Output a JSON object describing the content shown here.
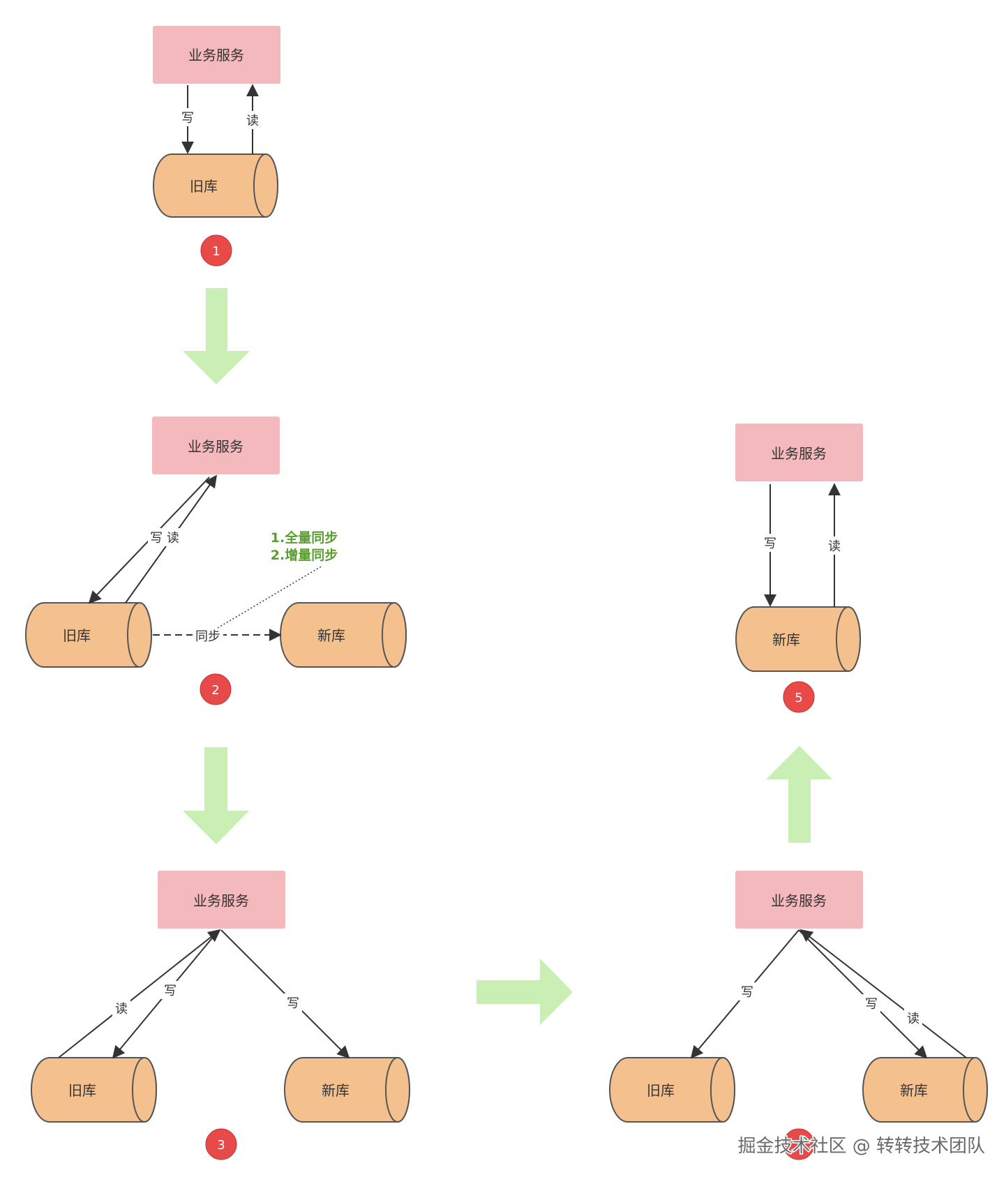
{
  "colors": {
    "service_fill": "#f4b9bc",
    "db_fill": "#f4c18e",
    "db_stroke": "#555555",
    "badge_fill": "#e84a4a",
    "flow_arrow": "#c9efb4",
    "note_text": "#5a9e2f",
    "edge": "#333333"
  },
  "stages": {
    "stage1": {
      "service": "业务服务",
      "old_db": "旧库",
      "write": "写",
      "read": "读",
      "badge": "1"
    },
    "stage2": {
      "service": "业务服务",
      "old_db": "旧库",
      "new_db": "新库",
      "write_read": "写 读",
      "sync": "同步",
      "note_line1": "1.全量同步",
      "note_line2": "2.增量同步",
      "badge": "2"
    },
    "stage3": {
      "service": "业务服务",
      "old_db": "旧库",
      "new_db": "新库",
      "read_old": "读",
      "write_old": "写",
      "write_new": "写",
      "badge": "3"
    },
    "stage4": {
      "service": "业务服务",
      "old_db": "旧库",
      "new_db": "新库",
      "write_old": "写",
      "write_new": "写",
      "read_new": "读"
    },
    "stage5": {
      "service": "业务服务",
      "new_db": "新库",
      "write": "写",
      "read": "读",
      "badge": "5"
    }
  },
  "watermark": "掘金技术社区 @ 转转技术团队"
}
